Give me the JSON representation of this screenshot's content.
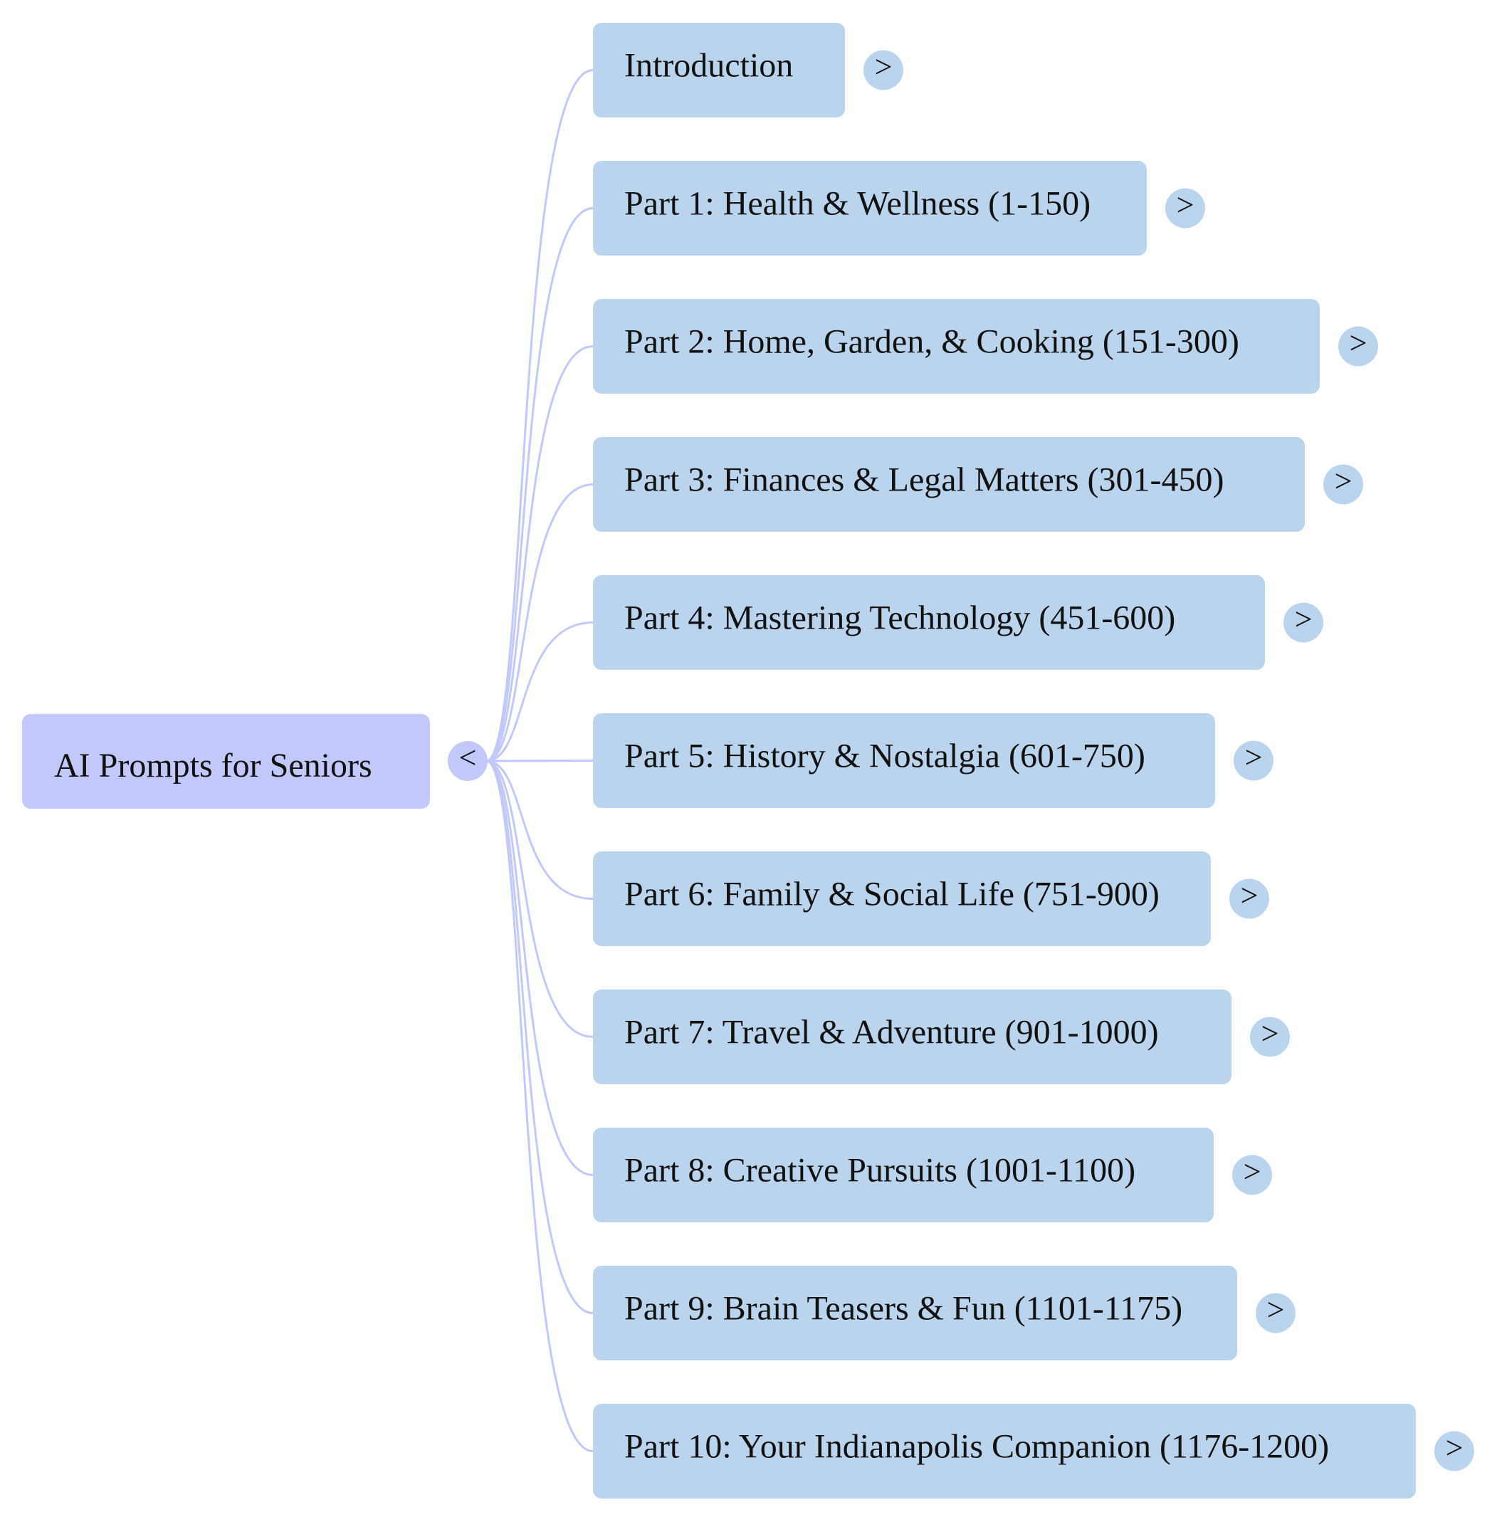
{
  "colors": {
    "root_fill": "#c3c8fb",
    "child_fill": "#bbd4ee",
    "connector": "#c3c8fb",
    "background": "#ffffff"
  },
  "root": {
    "label": "AI Prompts for Seniors",
    "toggle": "<"
  },
  "children": [
    {
      "label": "Introduction",
      "toggle": ">"
    },
    {
      "label": "Part 1: Health & Wellness (1-150)",
      "toggle": ">"
    },
    {
      "label": "Part 2: Home, Garden, & Cooking (151-300)",
      "toggle": ">"
    },
    {
      "label": "Part 3: Finances & Legal Matters (301-450)",
      "toggle": ">"
    },
    {
      "label": "Part 4: Mastering Technology (451-600)",
      "toggle": ">"
    },
    {
      "label": "Part 5: History & Nostalgia (601-750)",
      "toggle": ">"
    },
    {
      "label": "Part 6: Family & Social Life (751-900)",
      "toggle": ">"
    },
    {
      "label": "Part 7: Travel & Adventure (901-1000)",
      "toggle": ">"
    },
    {
      "label": "Part 8: Creative Pursuits (1001-1100)",
      "toggle": ">"
    },
    {
      "label": "Part 9: Brain Teasers & Fun (1101-1175)",
      "toggle": ">"
    },
    {
      "label": "Part 10: Your Indianapolis Companion (1176-1200)",
      "toggle": ">"
    }
  ]
}
